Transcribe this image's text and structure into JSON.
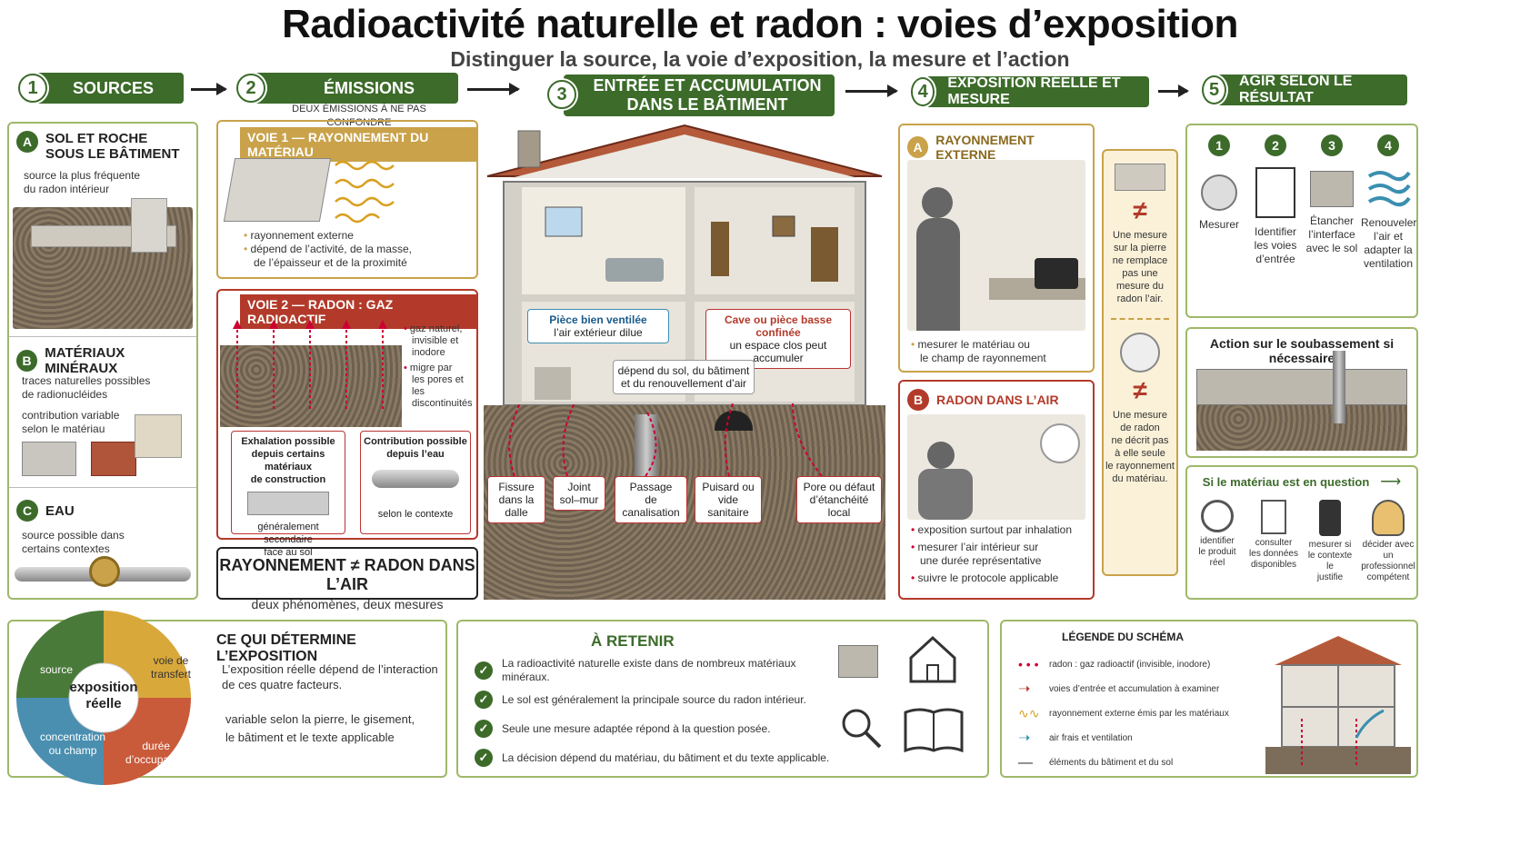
{
  "title": "Radioactivité naturelle et radon : voies d’exposition",
  "subtitle": "Distinguer la source, la voie d’exposition, la mesure et l’action",
  "steps": [
    {
      "num": "1",
      "label": "SOURCES"
    },
    {
      "num": "2",
      "label": "ÉMISSIONS",
      "sub": "DEUX ÉMISSIONS À NE PAS CONFONDRE"
    },
    {
      "num": "3",
      "label": "ENTRÉE ET ACCUMULATION",
      "label2": "DANS LE BÂTIMENT"
    },
    {
      "num": "4",
      "label": "EXPOSITION RÉELLE ET MESURE"
    },
    {
      "num": "5",
      "label": "AGIR SELON LE RÉSULTAT"
    }
  ],
  "sources": {
    "a": {
      "letter": "A",
      "title": "SOL ET ROCHE",
      "title2": "SOUS LE BÂTIMENT",
      "text": "source la plus fréquente",
      "text2": "du radon intérieur"
    },
    "b": {
      "letter": "B",
      "title": "MATÉRIAUX MINÉRAUX",
      "text": "traces naturelles possibles",
      "text2": "de radionucléides",
      "text3": "contribution variable",
      "text4": "selon le matériau"
    },
    "c": {
      "letter": "C",
      "title": "EAU",
      "text": "source possible dans",
      "text2": "certains contextes"
    }
  },
  "emissions": {
    "voie1": {
      "tag": "VOIE 1 — RAYONNEMENT DU MATÉRIAU",
      "b1": "rayonnement externe",
      "b2": "dépend de l’activité, de la masse,",
      "b3": "de l’épaisseur et de la proximité"
    },
    "voie2": {
      "tag": "VOIE 2 — RADON : GAZ RADIOACTIF",
      "b1": "gaz naturel,",
      "b1b": "invisible et",
      "b1c": "inodore",
      "b2": "migre par",
      "b2b": "les pores et les",
      "b2c": "discontinuités",
      "box1": "Exhalation possible",
      "box1b": "depuis certains matériaux",
      "box1c": "de construction",
      "box1foot": "généralement secondaire",
      "box1foot2": "face au sol",
      "box2": "Contribution possible",
      "box2b": "depuis l’eau",
      "box2foot": "selon le contexte"
    },
    "summary": "RAYONNEMENT ≠ RADON DANS L’AIR",
    "summary_sub": "deux phénomènes, deux mesures"
  },
  "house": {
    "room1_title": "Pièce bien ventilée",
    "room1_sub": "l’air extérieur dilue",
    "room2_title": "Cave ou pièce basse confinée",
    "room2_sub": "un espace clos peut accumuler",
    "center": "dépend du sol, du bâtiment",
    "center2": "et du renouvellement d’air",
    "entries": [
      {
        "l1": "Fissure",
        "l2": "dans la dalle"
      },
      {
        "l1": "Joint",
        "l2": "sol–mur"
      },
      {
        "l1": "Passage",
        "l2": "de canalisation"
      },
      {
        "l1": "Puisard ou",
        "l2": "vide sanitaire"
      },
      {
        "l1": "Pore ou défaut",
        "l2": "d’étanchéité local"
      }
    ]
  },
  "exposure": {
    "a": {
      "letter": "A",
      "title": "RAYONNEMENT EXTERNE",
      "b1": "mesurer le matériau ou",
      "b1b": "le champ de rayonnement"
    },
    "b": {
      "letter": "B",
      "title": "RADON DANS L’AIR",
      "b1": "exposition surtout par inhalation",
      "b2": "mesurer l’air intérieur sur",
      "b2b": "une durée représentative",
      "b3": "suivre le protocole applicable"
    },
    "neq1": [
      "Une mesure",
      "sur la pierre",
      "ne remplace",
      "pas une",
      "mesure du",
      "radon l’air."
    ],
    "neq2": [
      "Une mesure",
      "de radon",
      "ne décrit pas",
      "à elle seule",
      "le rayonnement",
      "du matériau."
    ],
    "neq_symbol": "≠"
  },
  "actions": {
    "steps": [
      {
        "num": "1",
        "l1": "Mesurer"
      },
      {
        "num": "2",
        "l1": "Identifier",
        "l2": "les voies",
        "l3": "d’entrée"
      },
      {
        "num": "3",
        "l1": "Étancher",
        "l2": "l’interface",
        "l3": "avec le sol"
      },
      {
        "num": "4",
        "l1": "Renouveler",
        "l2": "l’air et",
        "l3": "adapter la",
        "l4": "ventilation"
      }
    ],
    "soubassement": "Action sur le soubassement si nécessaire",
    "material_q": "Si le matériau est en question",
    "mat_steps": [
      {
        "l1": "identifier",
        "l2": "le produit réel"
      },
      {
        "l1": "consulter",
        "l2": "les données",
        "l3": "disponibles"
      },
      {
        "l1": "mesurer si",
        "l2": "le contexte le",
        "l3": "justifie"
      },
      {
        "l1": "décider avec",
        "l2": "un professionnel",
        "l3": "compétent"
      }
    ]
  },
  "determine": {
    "title": "CE QUI DÉTERMINE L’EXPOSITION",
    "center": "exposition",
    "center2": "réelle",
    "q1": "source",
    "q2": "voie de",
    "q2b": "transfert",
    "q3": "concentration",
    "q3b": "ou champ",
    "q4": "durée",
    "q4b": "d’occupation",
    "t1": "L’exposition réelle dépend de l’interaction",
    "t1b": "de ces quatre facteurs.",
    "t2": "variable selon la pierre, le gisement,",
    "t2b": "le bâtiment et le texte applicable"
  },
  "retenir": {
    "title": "À RETENIR",
    "items": [
      "La radioactivité naturelle existe dans de nombreux matériaux minéraux.",
      "Le sol est généralement la principale source du radon intérieur.",
      "Seule une mesure adaptée répond à la question posée.",
      "La décision dépend du matériau, du bâtiment et du texte applicable."
    ]
  },
  "legend": {
    "title": "LÉGENDE DU SCHÉMA",
    "items": [
      "radon : gaz radioactif (invisible, inodore)",
      "voies d’entrée et accumulation à examiner",
      "rayonnement externe émis par les matériaux",
      "air frais et ventilation",
      "éléments du bâtiment et du sol"
    ]
  },
  "colors": {
    "green": "#3c6b2a",
    "red": "#b33a2a",
    "gold": "#c9a24a",
    "blue": "#3a8fb0"
  }
}
